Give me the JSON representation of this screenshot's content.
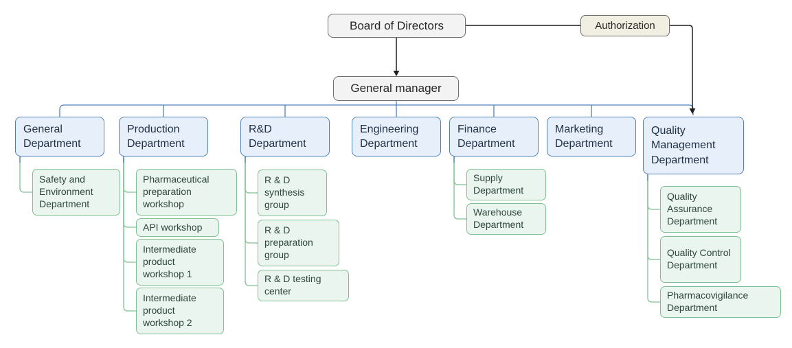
{
  "diagram": {
    "type": "organization-chart",
    "nodes": {
      "board": "Board of Directors",
      "authorization": "Authorization",
      "general_manager": "General manager"
    },
    "departments": [
      {
        "label": "General Department",
        "children": [
          "Safety and Environment Department"
        ]
      },
      {
        "label": "Production Department",
        "children": [
          "Pharmaceutical preparation workshop",
          "API workshop",
          "Intermediate product workshop 1",
          "Intermediate product workshop 2"
        ]
      },
      {
        "label": "R&D Department",
        "children": [
          "R & D synthesis group",
          "R & D preparation group",
          "R & D testing center"
        ]
      },
      {
        "label": "Engineering Department",
        "children": []
      },
      {
        "label": "Finance Department",
        "children": [
          "Supply Department",
          "Warehouse Department"
        ]
      },
      {
        "label": "Marketing Department",
        "children": []
      },
      {
        "label": "Quality Management Department",
        "children": [
          "Quality Assurance Department",
          "Quality Control Department",
          "Pharmacovigilance Department"
        ]
      }
    ],
    "colors": {
      "department_fill": "#e7effb",
      "department_border": "#4e81bd",
      "sub_department_fill": "#e9f5ee",
      "sub_department_border": "#7fc092",
      "executive_fill": "#f3f3f3",
      "executive_border": "#6e6e6e",
      "authorization_fill": "#f1efe1",
      "black_connector": "#1f1f1f"
    }
  }
}
